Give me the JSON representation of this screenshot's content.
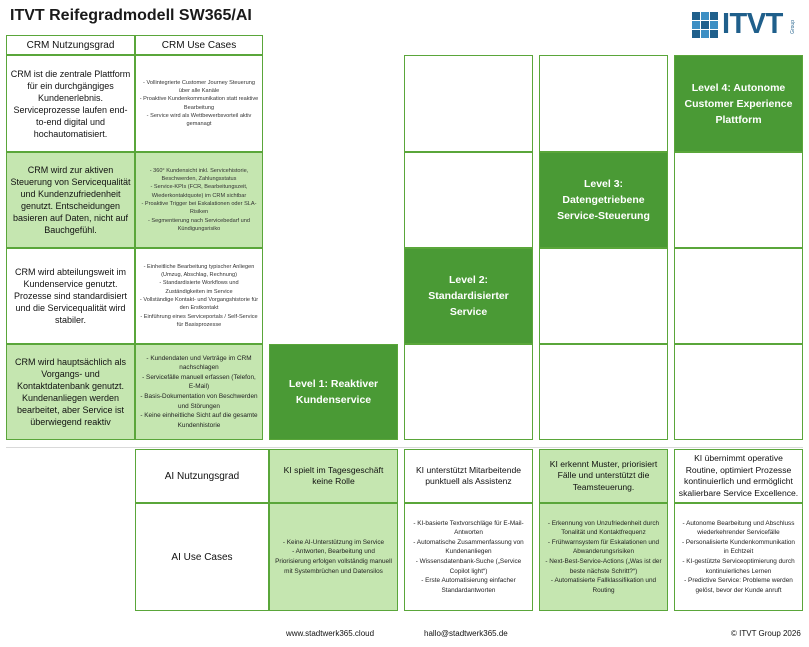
{
  "title": "ITVT Reifegradmodell SW365/AI",
  "logo": {
    "word": "ITVT",
    "group": "Group",
    "icon": "itvt-grid-logo-icon"
  },
  "headers": {
    "crm_usage": "CRM Nutzungsgrad",
    "crm_use_cases": "CRM Use Cases"
  },
  "rows": [
    {
      "usage": "CRM ist die zentrale Plattform für ein durchgängiges Kundenerlebnis. Serviceprozesse laufen end-to-end digital und hochautomatisiert.",
      "use_cases": [
        "- Vollintegrierte Customer Journey Steuerung über alle Kanäle",
        "- Proaktive Kundenkommunikation statt reaktive Bearbeitung",
        "- Service wird als Wettbewerbsvorteil aktiv gemanagt"
      ]
    },
    {
      "usage": "CRM wird zur aktiven Steuerung von Servicequalität und Kundenzufriedenheit genutzt. Entscheidungen basieren auf Daten, nicht auf Bauchgefühl.",
      "use_cases": [
        "- 360° Kundensicht inkl. Servicehistorie, Beschwerden, Zahlungsstatus",
        "- Service-KPIs (FCR, Bearbeitungszeit, Wiederkontaktquote) im CRM sichtbar",
        "- Proaktive Trigger bei Eskalationen oder SLA-Risiken",
        "- Segmentierung nach Servicebedarf und Kündigungsrisiko"
      ]
    },
    {
      "usage": "CRM wird abteilungsweit im Kundenservice genutzt. Prozesse sind standardisiert und die Servicequalität wird stabiler.",
      "use_cases": [
        "- Einheitliche Bearbeitung typischer Anliegen (Umzug, Abschlag, Rechnung)",
        "- Standardisierte Workflows und Zuständigkeiten im Service",
        "- Vollständige Kontakt- und Vorgangshistorie für den Erstkontakt",
        "- Einführung eines Serviceportals / Self-Service für Basisprozesse"
      ]
    },
    {
      "usage": "CRM wird hauptsächlich als Vorgangs- und Kontaktdatenbank genutzt. Kundenanliegen werden bearbeitet, aber Service ist überwiegend reaktiv",
      "use_cases": [
        "- Kundendaten und Verträge im CRM nachschlagen",
        "- Servicefälle manuell erfassen (Telefon, E-Mail)",
        "- Basis-Dokumentation von Beschwerden und Störungen",
        "- Keine einheitliche Sicht auf die gesamte Kundenhistorie"
      ]
    }
  ],
  "levels": [
    {
      "label": "Level 1: Reaktiver Kundenservice"
    },
    {
      "label": "Level 2: Standardisierter Service"
    },
    {
      "label": "Level 3: Datengetriebene Service-Steuerung"
    },
    {
      "label": "Level 4: Autonome Customer Experience Plattform"
    }
  ],
  "ai": {
    "usage_label": "AI Nutzungsgrad",
    "use_cases_label": "AI Use Cases",
    "columns": [
      {
        "usage": "KI spielt im Tagesgeschäft keine Rolle",
        "use_cases": [
          "- Keine AI-Unterstützung im Service",
          "- Antworten, Bearbeitung und Priorisierung erfolgen vollständig manuell mit Systembrüchen und Datensilos"
        ]
      },
      {
        "usage": "KI unterstützt Mitarbeitende punktuell als Assistenz",
        "use_cases": [
          "- KI-basierte Textvorschläge für E-Mail-Antworten",
          "- Automatische Zusammenfassung von Kundenanliegen",
          "- Wissensdatenbank-Suche („Service Copilot light“)",
          "- Erste Automatisierung einfacher Standardantworten"
        ]
      },
      {
        "usage": "KI erkennt Muster, priorisiert Fälle und unterstützt die Teamsteuerung.",
        "use_cases": [
          "- Erkennung von Unzufriedenheit durch Tonalität und Kontaktfrequenz",
          "- Frühwarnsystem für Eskalationen und Abwanderungsrisiken",
          "- Next-Best-Service-Actions („Was ist der beste nächste Schritt?“)",
          "- Automatisierte Fallklassifikation und Routing"
        ]
      },
      {
        "usage": "KI übernimmt operative Routine, optimiert Prozesse kontinuierlich und ermöglicht skalierbare Service Excellence.",
        "use_cases": [
          "- Autonome Bearbeitung und Abschluss wiederkehrender Servicefälle",
          "- Personalisierte Kundenkommunikation in Echtzeit",
          "- KI-gestützte Serviceoptimierung durch kontinuierliches Lernen",
          "- Predictive Service: Probleme werden gelöst, bevor der Kunde anruft"
        ]
      }
    ]
  },
  "footer": {
    "website": "www.stadtwerk365.cloud",
    "email": "hallo@stadtwerk365.de",
    "copyright": "© ITVT Group 2026"
  },
  "colors": {
    "dark_green": "#4a9a35",
    "light_green": "#c5e6b0",
    "border": "#5aa63a",
    "logo_blue": "#1f5f8b"
  }
}
